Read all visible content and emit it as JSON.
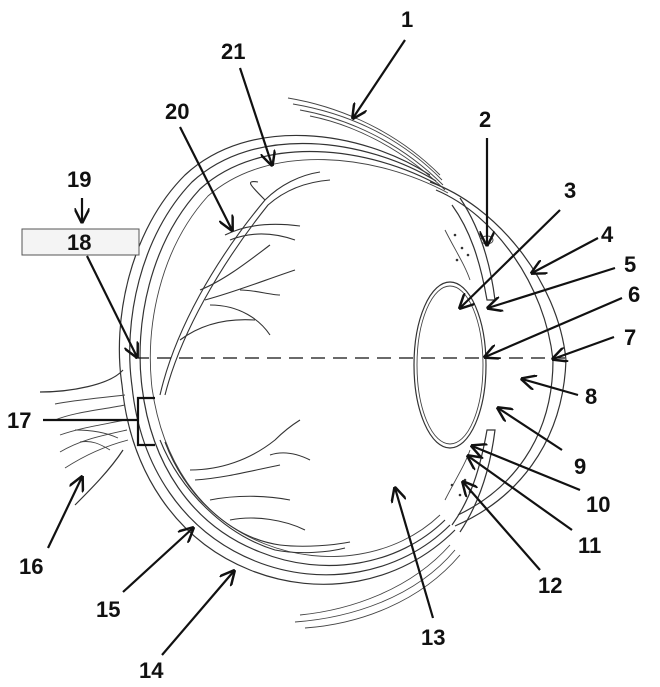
{
  "labels": [
    "1",
    "2",
    "3",
    "4",
    "5",
    "6",
    "7",
    "8",
    "9",
    "10",
    "11",
    "12",
    "13",
    "14",
    "15",
    "16",
    "17",
    "18",
    "19",
    "20",
    "21"
  ],
  "colors": {
    "ink": "#111111",
    "box_fill": "#f4f4f4",
    "box_stroke": "#555555"
  }
}
